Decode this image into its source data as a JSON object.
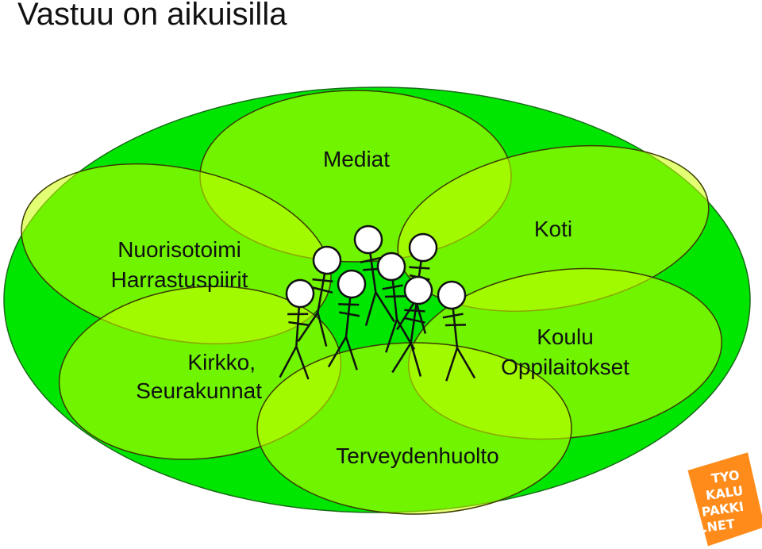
{
  "title": "Vastuu on aikuisilla",
  "labels": {
    "mediat": "Mediat",
    "nuoriso_line1": "Nuorisotoimi",
    "nuoriso_line2": "Harrastuspiirit",
    "koti": "Koti",
    "kirkko_line1": "Kirkko,",
    "kirkko_line2": "Seurakunnat",
    "koulu_line1": "Koulu",
    "koulu_line2": "Oppilaitokset",
    "terveys": "Terveydenhuolto"
  },
  "logo": {
    "line1": "TYO",
    "line2": "KALU",
    "line3": "PAKKI",
    "line4": ".NET"
  },
  "colors": {
    "background_ellipse": "#00e600",
    "petal": "#ccff00",
    "petal_overlap": "#a4e200",
    "logo": "#ff8c1a"
  }
}
